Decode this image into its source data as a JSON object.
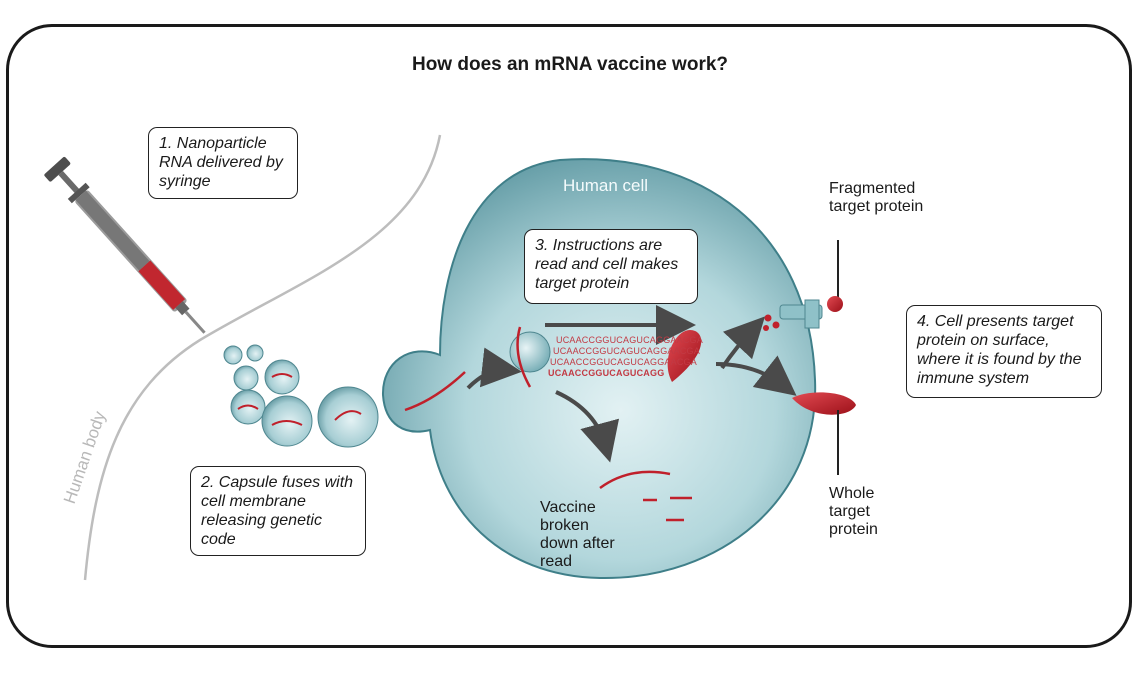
{
  "title": "How does an mRNA vaccine work?",
  "steps": [
    {
      "label": "1. Nanoparticle RNA delivered by syringe"
    },
    {
      "label": "2. Capsule fuses with cell membrane releasing genetic code"
    },
    {
      "label": "3. Instructions are read and cell makes target protein"
    },
    {
      "label": "4. Cell presents target protein on surface, where it is found by the immune system"
    }
  ],
  "labels": {
    "human_cell": "Human cell",
    "human_body": "Human body",
    "fragmented": "Fragmented target protein",
    "whole": "Whole target protein",
    "vaccine_broken": "Vaccine broken down after read"
  },
  "sequence": [
    "UCAACCGGUCAGUCAGGAACGA",
    "UCAACCGGUCAGUCAGGAACGA",
    "UCAACCGGUCAGUCAGGAACGA",
    "UCAACCGGUCAGUCAGG"
  ],
  "colors": {
    "cell_fill": "#aed4da",
    "cell_dark": "#6fa9b2",
    "rna_red": "#c0202b",
    "arrow_grey": "#4a4a4a",
    "outline": "#1a1a1a"
  }
}
